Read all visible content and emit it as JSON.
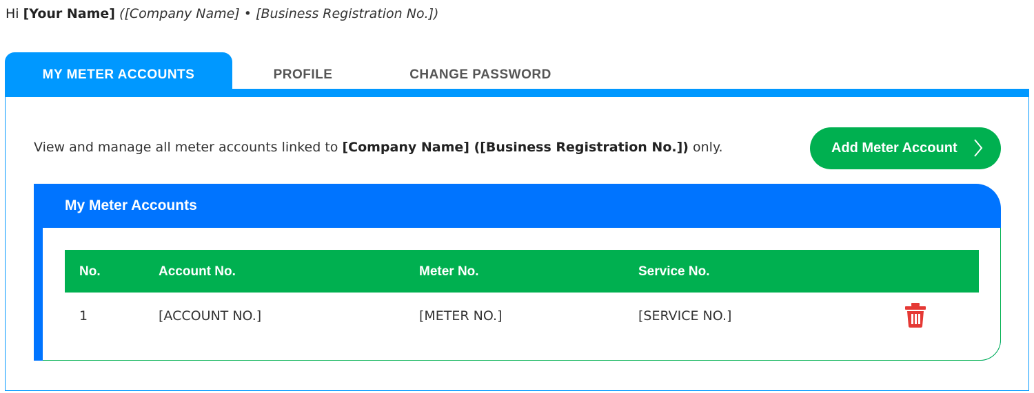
{
  "greeting": {
    "hi": "Hi",
    "name": "[Your Name]",
    "company": "([Company Name] • [Business Registration No.])"
  },
  "tabs": [
    {
      "label": "MY METER ACCOUNTS",
      "active": true
    },
    {
      "label": "PROFILE",
      "active": false
    },
    {
      "label": "CHANGE PASSWORD",
      "active": false
    }
  ],
  "intro": {
    "prefix": "View and manage all meter accounts linked to",
    "company": "[Company Name] ([Business Registration No.])",
    "suffix": "only."
  },
  "add_button": {
    "label": "Add Meter Account",
    "icon": "chevron-right-icon"
  },
  "card": {
    "title": "My Meter Accounts"
  },
  "table": {
    "headers": [
      "No.",
      "Account No.",
      "Meter No.",
      "Service No."
    ],
    "rows": [
      {
        "no": "1",
        "account": "[ACCOUNT NO.]",
        "meter": "[METER NO.]",
        "service": "[SERVICE NO.]",
        "action_icon": "trash-icon"
      }
    ]
  },
  "colors": {
    "tab_active": "#0098ff",
    "card_header": "#0074ff",
    "accent_green": "#00b050",
    "delete_red": "#e53935"
  }
}
